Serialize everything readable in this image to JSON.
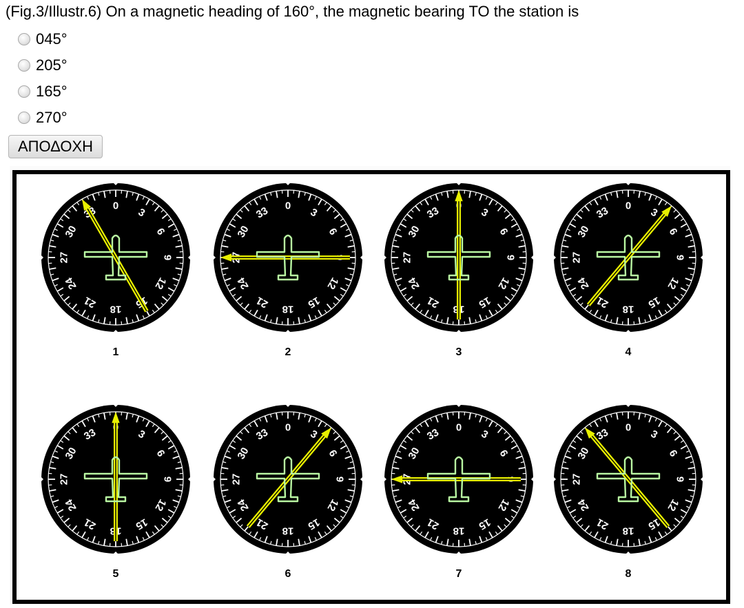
{
  "question": {
    "text": "(Fig.3/Illustr.6) On a magnetic heading of 160°, the magnetic bearing TO the station is"
  },
  "options": [
    {
      "label": "045°",
      "selected": false
    },
    {
      "label": "205°",
      "selected": false
    },
    {
      "label": "165°",
      "selected": false
    },
    {
      "label": "270°",
      "selected": false
    }
  ],
  "submit_label": "ΑΠΟΔΟΧΗ",
  "figure": {
    "instruments": [
      {
        "number": "1",
        "needle_heading_deg": 330
      },
      {
        "number": "2",
        "needle_heading_deg": 270
      },
      {
        "number": "3",
        "needle_heading_deg": 0
      },
      {
        "number": "4",
        "needle_heading_deg": 40
      },
      {
        "number": "5",
        "needle_heading_deg": 0
      },
      {
        "number": "6",
        "needle_heading_deg": 40
      },
      {
        "number": "7",
        "needle_heading_deg": 270
      },
      {
        "number": "8",
        "needle_heading_deg": 320
      }
    ],
    "dial_labels": [
      "0",
      "3",
      "6",
      "9",
      "12",
      "15",
      "18",
      "21",
      "24",
      "27",
      "30",
      "33"
    ],
    "colors": {
      "needle": "#e8f000",
      "airplane": "#b9f7a2",
      "dial": "#000000",
      "frame": "#000000",
      "background": "#ffffff"
    }
  }
}
